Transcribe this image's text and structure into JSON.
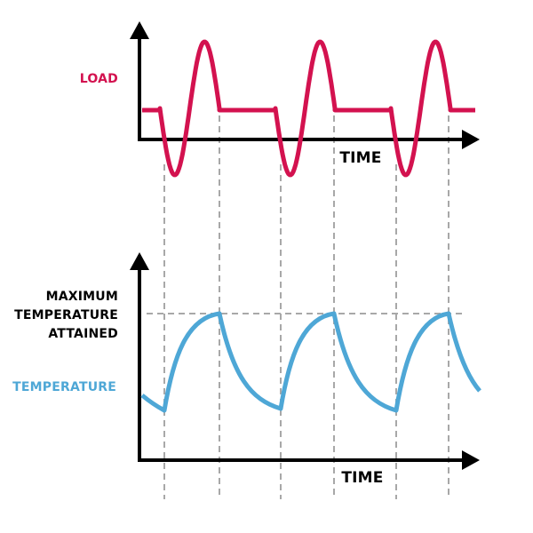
{
  "load_label": "LOAD",
  "time_label_top": "TIME",
  "time_label_bottom": "TIME",
  "max_temp_label": [
    "MAXIMUM",
    "TEMPERATURE",
    "ATTAINED"
  ],
  "temperature_label": "TEMPERATURE",
  "colors": {
    "load": "#d3124f",
    "temperature": "#4ea7d6",
    "axis": "#000000",
    "guide": "#a8a8a8"
  }
}
